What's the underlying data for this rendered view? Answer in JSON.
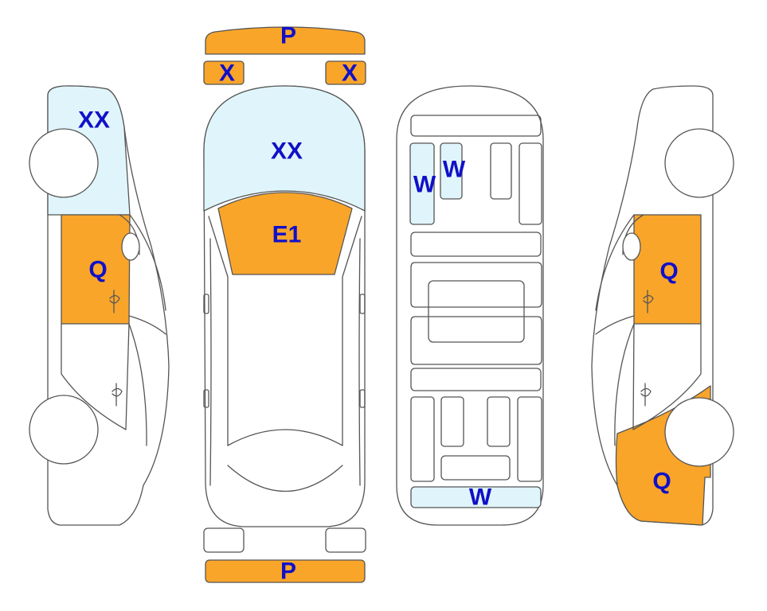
{
  "colors": {
    "damage_orange": "#f9a52a",
    "glass_blue": "#e0f5fb",
    "label_blue": "#1010c8",
    "outline": "#555555"
  },
  "labels": {
    "rear_bumper_top": "P",
    "rear_left_light": "X",
    "rear_right_light": "X",
    "front_windshield": "XX",
    "hood": "E1",
    "front_bumper_bottom": "P",
    "left_windshield": "XX",
    "left_front_door": "Q",
    "roof_window_left": "W",
    "roof_window_mid": "W",
    "roof_rear_window": "W",
    "right_front_door": "Q",
    "right_front_fender": "Q"
  }
}
